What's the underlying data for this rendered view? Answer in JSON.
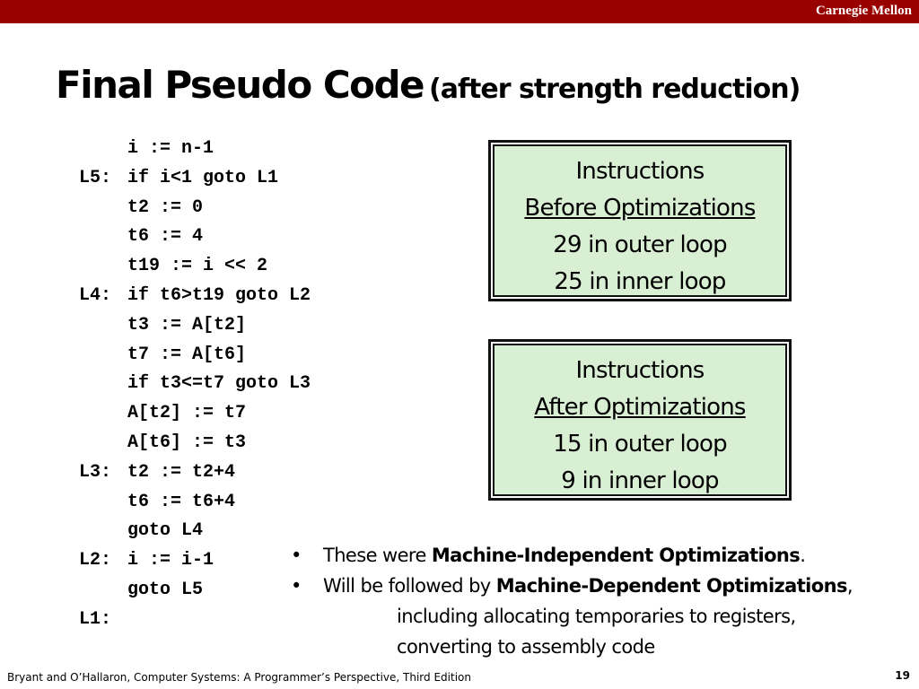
{
  "header": {
    "brand": "Carnegie Mellon"
  },
  "title": {
    "main": "Final Pseudo Code",
    "sub": "(after strength reduction)"
  },
  "code": [
    {
      "label": "",
      "text": "i := n-1"
    },
    {
      "label": "L5:",
      "text": "if i<1 goto L1"
    },
    {
      "label": "",
      "text": "t2 := 0"
    },
    {
      "label": "",
      "text": "t6 := 4"
    },
    {
      "label": "",
      "text": "t19 := i << 2"
    },
    {
      "label": "L4:",
      "text": "if t6>t19 goto L2"
    },
    {
      "label": "",
      "text": "t3 := A[t2]"
    },
    {
      "label": "",
      "text": "t7 := A[t6]"
    },
    {
      "label": "",
      "text": "if t3<=t7 goto L3"
    },
    {
      "label": "",
      "text": "A[t2] := t7"
    },
    {
      "label": "",
      "text": "A[t6] := t3"
    },
    {
      "label": "L3:",
      "text": "t2 := t2+4"
    },
    {
      "label": "",
      "text": "t6 := t6+4"
    },
    {
      "label": "",
      "text": "goto L4"
    },
    {
      "label": "L2:",
      "text": "i := i-1"
    },
    {
      "label": "",
      "text": "goto L5"
    },
    {
      "label": "L1:",
      "text": ""
    }
  ],
  "box_before": {
    "line1": "Instructions",
    "line2": "Before Optimizations",
    "line3": "29 in outer loop",
    "line4": "25 in inner loop"
  },
  "box_after": {
    "line1": "Instructions",
    "line2": "After Optimizations",
    "line3": "15 in outer loop",
    "line4": "9 in inner loop"
  },
  "bullets": {
    "b1_prefix": "These were ",
    "b1_bold": "Machine-Independent Optimizations",
    "b1_suffix": ".",
    "b2_prefix": "Will be followed by ",
    "b2_bold": "Machine-Dependent Optimizations",
    "b2_suffix": ",",
    "b2_cont1": "including allocating temporaries to registers,",
    "b2_cont2": "converting to assembly code"
  },
  "footer": {
    "citation": "Bryant and O’Hallaron, Computer Systems: A Programmer’s Perspective, Third Edition",
    "page": "19"
  },
  "colors": {
    "header_bar": "#990000",
    "box_fill": "#d9efd3"
  }
}
